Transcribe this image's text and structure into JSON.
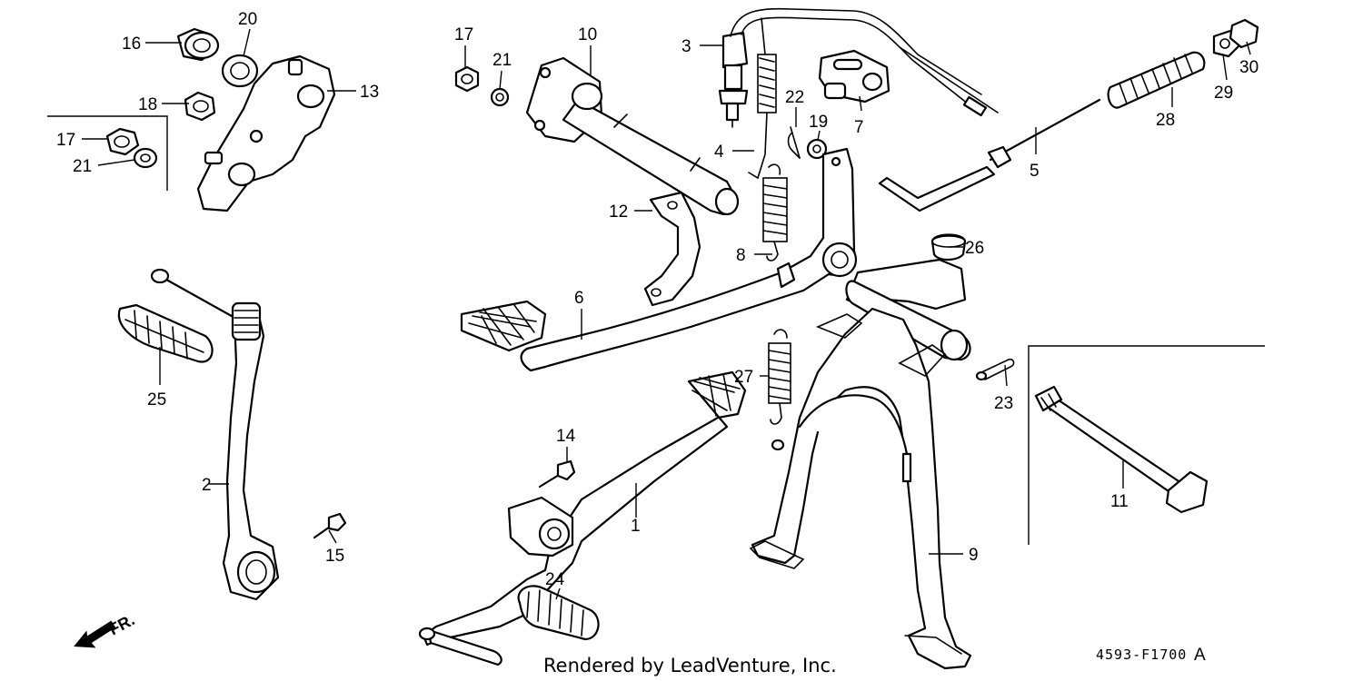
{
  "diagram": {
    "callouts": [
      {
        "id": "c1",
        "number": "1"
      },
      {
        "id": "c2",
        "number": "2"
      },
      {
        "id": "c3",
        "number": "3"
      },
      {
        "id": "c4",
        "number": "4"
      },
      {
        "id": "c5",
        "number": "5"
      },
      {
        "id": "c6",
        "number": "6"
      },
      {
        "id": "c7",
        "number": "7"
      },
      {
        "id": "c8",
        "number": "8"
      },
      {
        "id": "c9",
        "number": "9"
      },
      {
        "id": "c10",
        "number": "10"
      },
      {
        "id": "c11",
        "number": "11"
      },
      {
        "id": "c12",
        "number": "12"
      },
      {
        "id": "c13",
        "number": "13"
      },
      {
        "id": "c14",
        "number": "14"
      },
      {
        "id": "c15",
        "number": "15"
      },
      {
        "id": "c16",
        "number": "16"
      },
      {
        "id": "c17a",
        "number": "17"
      },
      {
        "id": "c17b",
        "number": "17"
      },
      {
        "id": "c18",
        "number": "18"
      },
      {
        "id": "c19",
        "number": "19"
      },
      {
        "id": "c20",
        "number": "20"
      },
      {
        "id": "c21a",
        "number": "21"
      },
      {
        "id": "c21b",
        "number": "21"
      },
      {
        "id": "c22",
        "number": "22"
      },
      {
        "id": "c23",
        "number": "23"
      },
      {
        "id": "c24",
        "number": "24"
      },
      {
        "id": "c25",
        "number": "25"
      },
      {
        "id": "c26",
        "number": "26"
      },
      {
        "id": "c27",
        "number": "27"
      },
      {
        "id": "c28",
        "number": "28"
      },
      {
        "id": "c29",
        "number": "29"
      },
      {
        "id": "c30",
        "number": "30"
      }
    ],
    "direction_label": "FR.",
    "footer_text": "Rendered by LeadVenture, Inc.",
    "diagram_code": "4593-F1700",
    "revision_letter": "A"
  }
}
